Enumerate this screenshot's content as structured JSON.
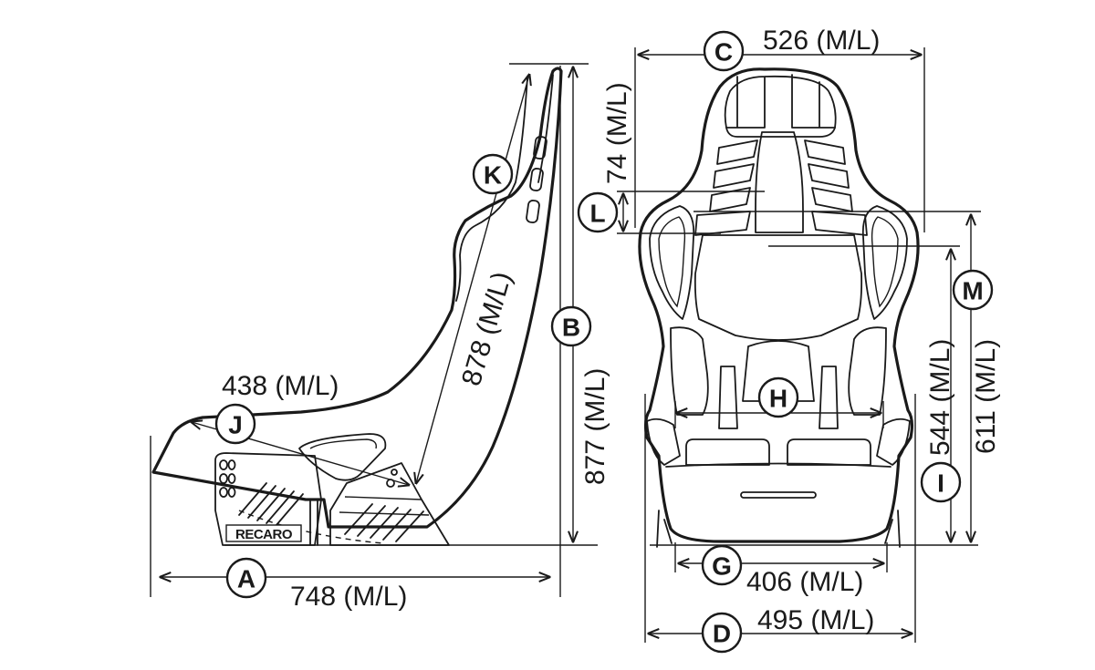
{
  "brand": "RECARO",
  "labels": {
    "A": {
      "letter": "A",
      "value": "748 (M/L)"
    },
    "B": {
      "letter": "B",
      "value": "877 (M/L)"
    },
    "C": {
      "letter": "C",
      "value": "526 (M/L)"
    },
    "D": {
      "letter": "D",
      "value": "495 (M/L)"
    },
    "G": {
      "letter": "G",
      "value": "406 (M/L)"
    },
    "H": {
      "letter": "H",
      "value": ""
    },
    "I": {
      "letter": "I",
      "value": "544 (M/L)"
    },
    "J": {
      "letter": "J",
      "value": "438 (M/L)"
    },
    "K": {
      "letter": "K",
      "value": "878 (M/L)"
    },
    "L": {
      "letter": "L",
      "value": "74 (M/L)"
    },
    "M": {
      "letter": "M",
      "value": "611 (M/L)"
    }
  },
  "colors": {
    "ink": "#1a1a1a",
    "background": "#ffffff"
  }
}
